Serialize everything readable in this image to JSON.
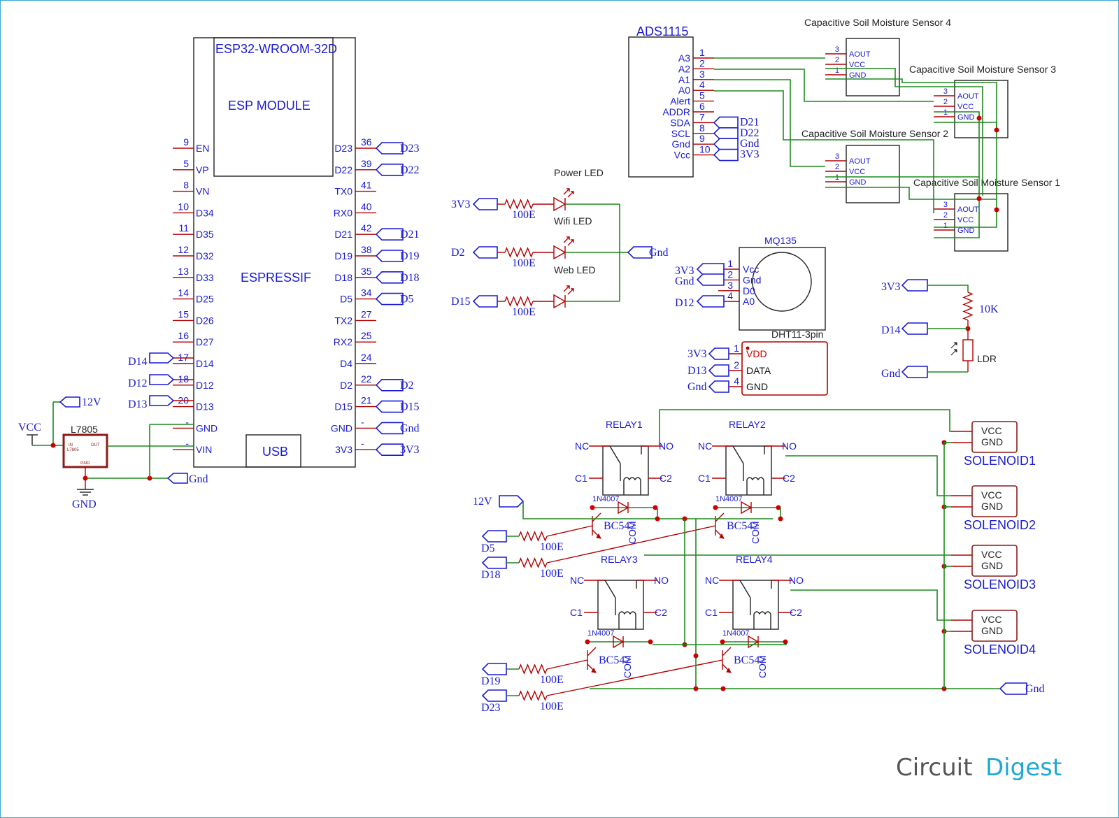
{
  "esp": {
    "title": "ESP32-WROOM-32D",
    "module": "ESP MODULE",
    "brand": "ESPRESSIF",
    "usb": "USB",
    "left_pins": [
      {
        "num": "9",
        "name": "EN"
      },
      {
        "num": "5",
        "name": "VP"
      },
      {
        "num": "8",
        "name": "VN"
      },
      {
        "num": "10",
        "name": "D34"
      },
      {
        "num": "11",
        "name": "D35"
      },
      {
        "num": "12",
        "name": "D32"
      },
      {
        "num": "13",
        "name": "D33"
      },
      {
        "num": "14",
        "name": "D25"
      },
      {
        "num": "15",
        "name": "D26"
      },
      {
        "num": "16",
        "name": "D27"
      },
      {
        "num": "17",
        "name": "D14"
      },
      {
        "num": "18",
        "name": "D12"
      },
      {
        "num": "20",
        "name": "D13"
      },
      {
        "num": "-",
        "name": "GND"
      },
      {
        "num": "-",
        "name": "VIN"
      }
    ],
    "right_pins": [
      {
        "num": "36",
        "name": "D23"
      },
      {
        "num": "39",
        "name": "D22"
      },
      {
        "num": "41",
        "name": "TX0"
      },
      {
        "num": "40",
        "name": "RX0"
      },
      {
        "num": "42",
        "name": "D21"
      },
      {
        "num": "38",
        "name": "D19"
      },
      {
        "num": "35",
        "name": "D18"
      },
      {
        "num": "34",
        "name": "D5"
      },
      {
        "num": "27",
        "name": "TX2"
      },
      {
        "num": "25",
        "name": "RX2"
      },
      {
        "num": "24",
        "name": "D4"
      },
      {
        "num": "22",
        "name": "D2"
      },
      {
        "num": "21",
        "name": "D15"
      },
      {
        "num": "-",
        "name": "GND"
      },
      {
        "num": "-",
        "name": "3V3"
      }
    ],
    "left_tags": [
      "D14",
      "D12",
      "D13"
    ],
    "right_tags": [
      "D23",
      "D22",
      "D21",
      "D19",
      "D18",
      "D5",
      "D2",
      "D15",
      "Gnd",
      "3V3"
    ]
  },
  "power": {
    "vcc": "VCC",
    "tag12v": "12V",
    "reg": "L7805",
    "reg_in": "IN",
    "reg_out": "OUT",
    "reg_gnd": "GND",
    "reg_small": "L7805",
    "gnd": "GND",
    "gnd_tag": "Gnd"
  },
  "leds": {
    "items": [
      {
        "tag": "3V3",
        "res": "100E",
        "label": "Power LED"
      },
      {
        "tag": "D2",
        "res": "100E",
        "label": "Wifi LED"
      },
      {
        "tag": "D15",
        "res": "100E",
        "label": "Web LED"
      }
    ],
    "gnd_tag": "Gnd"
  },
  "ads": {
    "title": "ADS1115",
    "pins": [
      {
        "num": "1",
        "name": "A3"
      },
      {
        "num": "2",
        "name": "A2"
      },
      {
        "num": "3",
        "name": "A1"
      },
      {
        "num": "4",
        "name": "A0"
      },
      {
        "num": "5",
        "name": "Alert"
      },
      {
        "num": "6",
        "name": "ADDR"
      },
      {
        "num": "7",
        "name": "SDA"
      },
      {
        "num": "8",
        "name": "SCL"
      },
      {
        "num": "9",
        "name": "Gnd"
      },
      {
        "num": "10",
        "name": "Vcc"
      }
    ],
    "tags": [
      "D21",
      "D22",
      "Gnd",
      "3V3"
    ]
  },
  "sensors": [
    {
      "title": "Capacitive Soil Moisture Sensor 4"
    },
    {
      "title": "Capacitive Soil Moisture Sensor 3"
    },
    {
      "title": "Capacitive Soil Moisture Sensor 2"
    },
    {
      "title": "Capacitive Soil Moisture Sensor 1"
    }
  ],
  "sensor_pins": [
    {
      "num": "3",
      "name": "AOUT"
    },
    {
      "num": "2",
      "name": "VCC"
    },
    {
      "num": "1",
      "name": "GND"
    }
  ],
  "mq135": {
    "title": "MQ135",
    "pins": [
      {
        "num": "1",
        "name": "Vcc"
      },
      {
        "num": "2",
        "name": "Gnd"
      },
      {
        "num": "3",
        "name": "D0"
      },
      {
        "num": "4",
        "name": "A0"
      }
    ],
    "tags": [
      "3V3",
      "Gnd",
      "D12"
    ]
  },
  "dht": {
    "title": "DHT11-3pin",
    "pins": [
      {
        "num": "1",
        "name": "VDD"
      },
      {
        "num": "2",
        "name": "DATA"
      },
      {
        "num": "4",
        "name": "GND"
      }
    ],
    "tags": [
      "3V3",
      "D13",
      "Gnd"
    ]
  },
  "ldr": {
    "tags": [
      "3V3",
      "D14",
      "Gnd"
    ],
    "res": "10K",
    "label": "LDR"
  },
  "relays": {
    "items": [
      {
        "title": "RELAY1",
        "nc": "NC",
        "no": "NO",
        "c1": "C1",
        "c2": "C2",
        "diode": "1N4007",
        "trans": "BC547",
        "com": "COM",
        "tag": "D5",
        "res": "100E"
      },
      {
        "title": "RELAY2",
        "nc": "NC",
        "no": "NO",
        "c1": "C1",
        "c2": "C2",
        "diode": "1N4007",
        "trans": "BC547",
        "com": "COM",
        "tag": "D18",
        "res": "100E"
      },
      {
        "title": "RELAY3",
        "nc": "NC",
        "no": "NO",
        "c1": "C1",
        "c2": "C2",
        "diode": "1N4007",
        "trans": "BC547",
        "com": "COM",
        "tag": "D19",
        "res": "100E"
      },
      {
        "title": "RELAY4",
        "nc": "NC",
        "no": "NO",
        "c1": "C1",
        "c2": "C2",
        "diode": "1N4007",
        "trans": "BC547",
        "com": "COM",
        "tag": "D23",
        "res": "100E"
      }
    ],
    "tag12v": "12V",
    "gnd_tag": "Gnd"
  },
  "solenoids": [
    {
      "name": "SOLENOID1",
      "vcc": "VCC",
      "gnd": "GND"
    },
    {
      "name": "SOLENOID2",
      "vcc": "VCC",
      "gnd": "GND"
    },
    {
      "name": "SOLENOID3",
      "vcc": "VCC",
      "gnd": "GND"
    },
    {
      "name": "SOLENOID4",
      "vcc": "VCC",
      "gnd": "GND"
    }
  ],
  "logo": {
    "part1": "Circuit",
    "part2": "Digest"
  }
}
